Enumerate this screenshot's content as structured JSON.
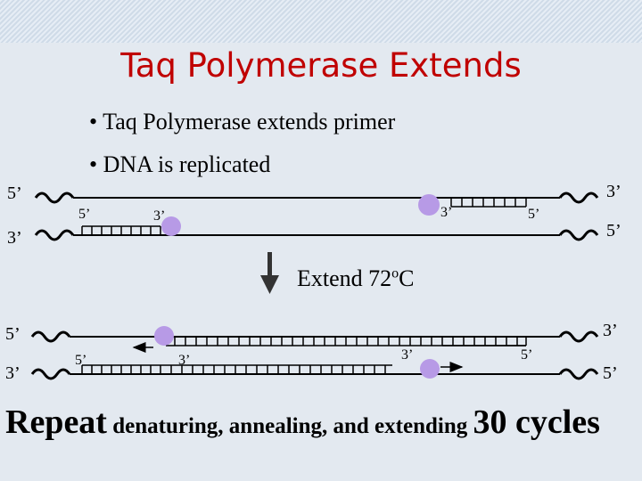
{
  "title": "Taq Polymerase Extends",
  "bullets": [
    "• Taq Polymerase extends primer",
    "• DNA is replicated"
  ],
  "top_diagram": {
    "top_strand_left": "5’",
    "top_strand_right": "3’",
    "bottom_strand_left": "3’",
    "bottom_strand_right": "5’",
    "primer_left_5": "5’",
    "primer_left_3": "3’",
    "primer_right_3": "3’",
    "primer_right_5": "5’"
  },
  "step_label": "Extend 72",
  "step_label_sup": "o",
  "step_label_unit": "C",
  "bottom_diagram": {
    "top_strand_left": "5’",
    "top_strand_right": "3’",
    "bottom_strand_left": "3’",
    "bottom_strand_right": "5’",
    "primer_left_5": "5’",
    "primer_left_3": "3’",
    "primer_right_3": "3’",
    "primer_right_5": "5’"
  },
  "footer": {
    "word1": "Repeat",
    "middle": " denaturing, annealing, and extending ",
    "number": "30",
    "word2": " cycles"
  },
  "colors": {
    "title": "#c00000",
    "polymerase": "#b79ae6",
    "strand": "#000000",
    "panel": "#e3e9f0"
  }
}
